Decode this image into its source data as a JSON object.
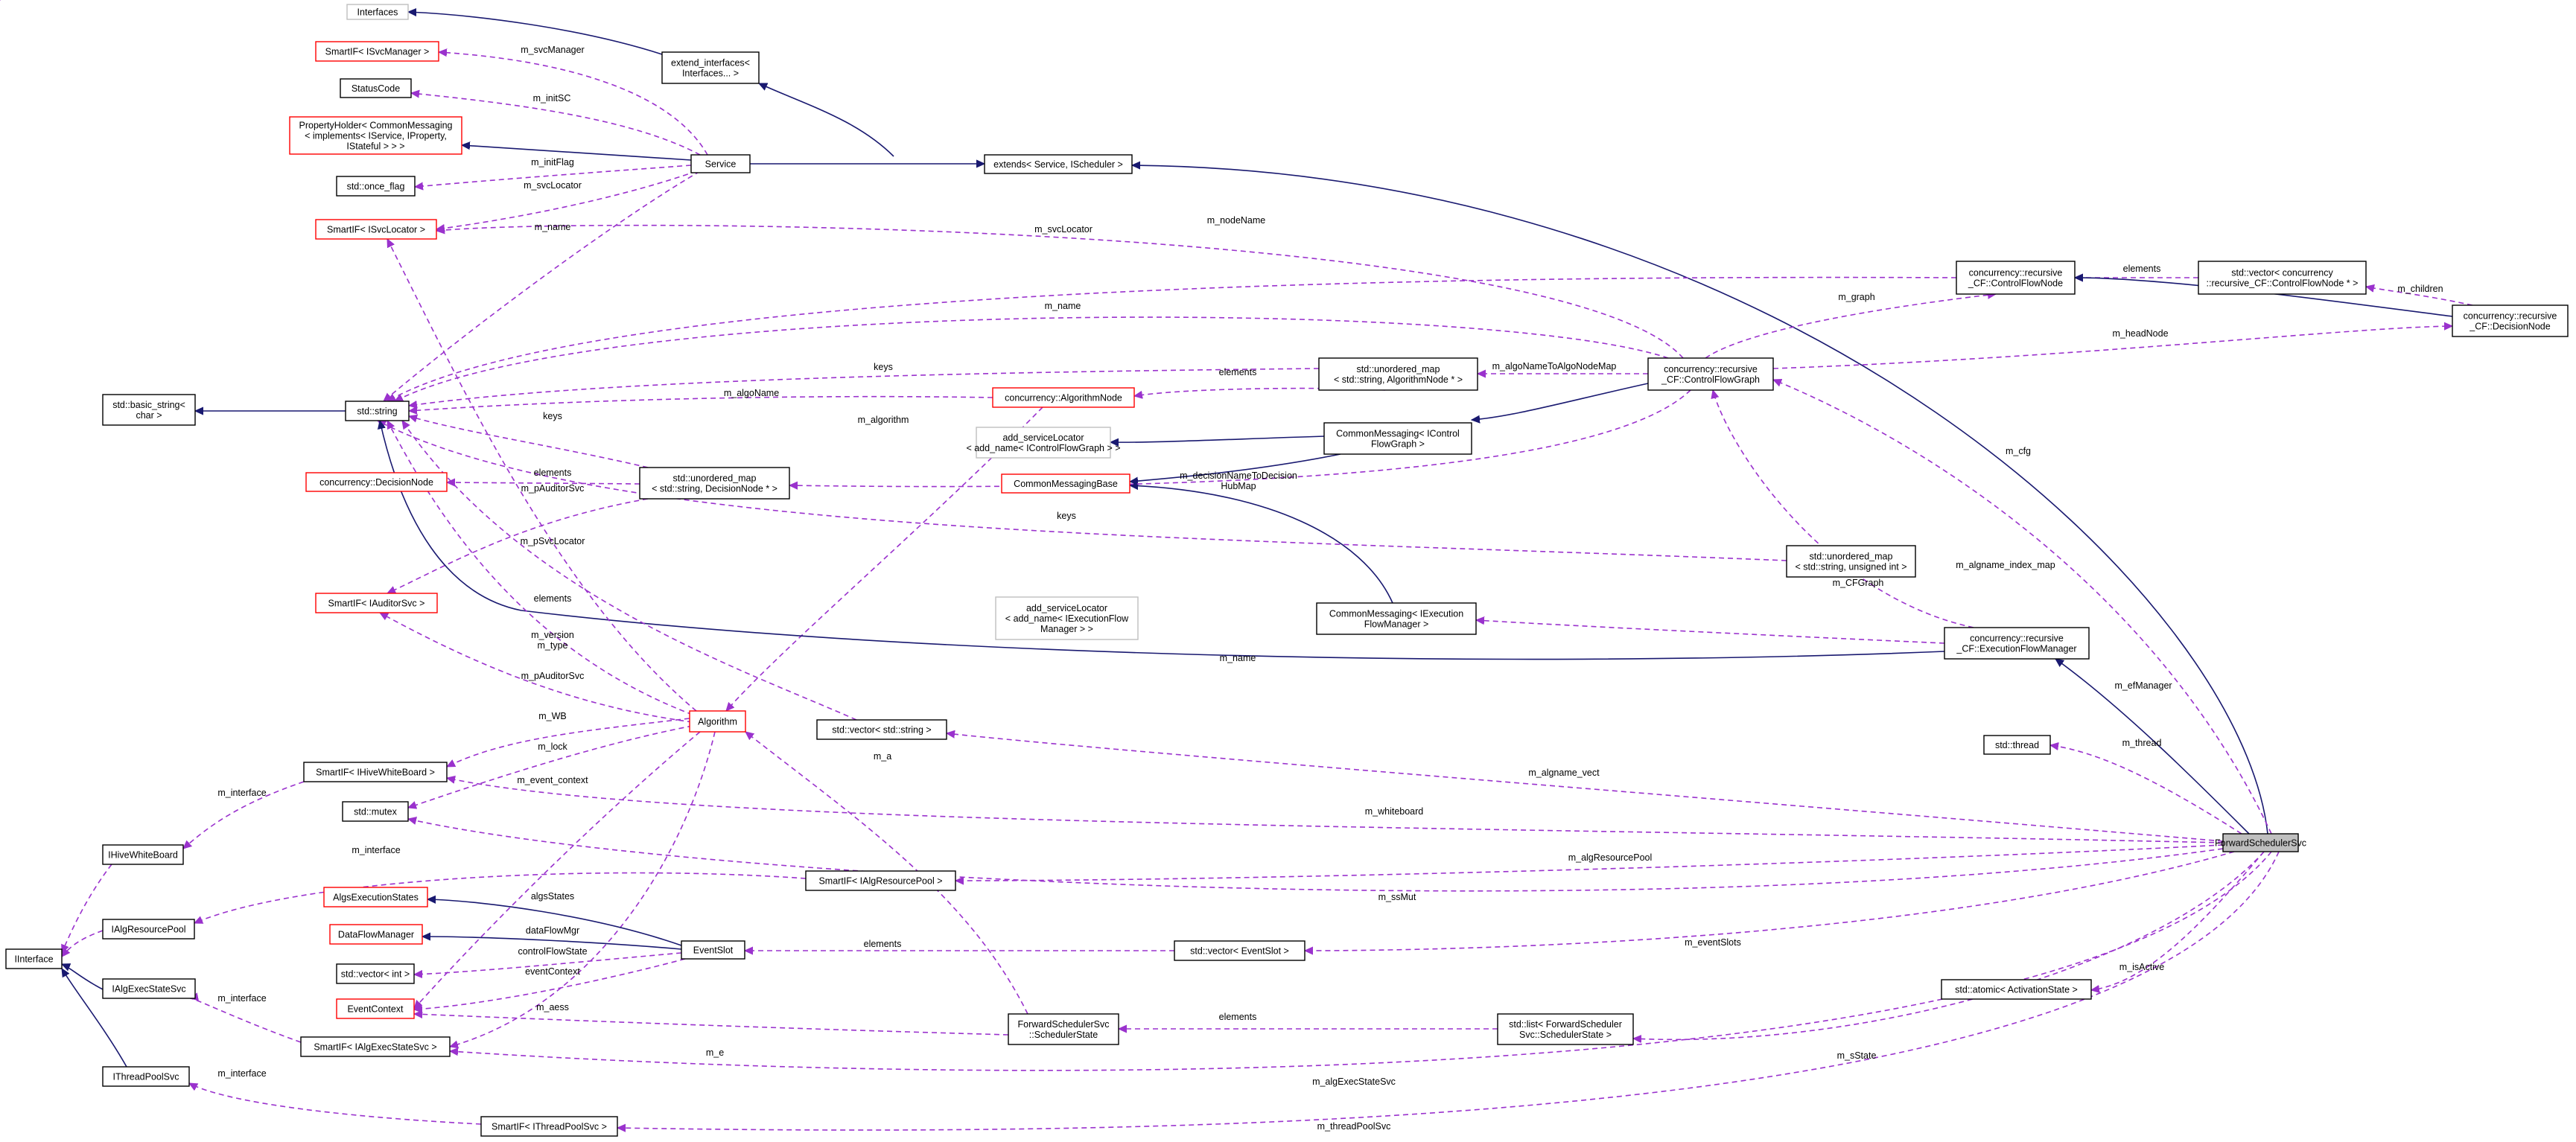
{
  "colors": {
    "inherit": "#191970",
    "member": "#9a32cd",
    "normal": "#000000",
    "warn": "#ff0000",
    "ext": "#bfbfbf",
    "highlight": "#bfbfbf"
  },
  "nodes": [
    {
      "id": "interfaces",
      "lines": [
        "Interfaces"
      ],
      "style": "ext"
    },
    {
      "id": "smartif_isvcmanager",
      "lines": [
        "SmartIF< ISvcManager >"
      ],
      "style": "warn"
    },
    {
      "id": "extend_interfaces",
      "lines": [
        "extend_interfaces<",
        "Interfaces... >"
      ],
      "style": "normal"
    },
    {
      "id": "statuscode",
      "lines": [
        "StatusCode"
      ],
      "style": "normal"
    },
    {
      "id": "propertyholder",
      "lines": [
        "PropertyHolder< CommonMessaging",
        "< implements< IService, IProperty,",
        "IStateful > > >"
      ],
      "style": "warn"
    },
    {
      "id": "service",
      "lines": [
        "Service"
      ],
      "style": "normal"
    },
    {
      "id": "extends_service",
      "lines": [
        "extends< Service, IScheduler >"
      ],
      "style": "normal"
    },
    {
      "id": "once_flag",
      "lines": [
        "std::once_flag"
      ],
      "style": "normal"
    },
    {
      "id": "smartif_isvclocator",
      "lines": [
        "SmartIF< ISvcLocator >"
      ],
      "style": "warn"
    },
    {
      "id": "cf_controlflownode",
      "lines": [
        "concurrency::recursive",
        "_CF::ControlFlowNode"
      ],
      "style": "normal"
    },
    {
      "id": "vector_cfnode",
      "lines": [
        "std::vector< concurrency",
        "::recursive_CF::ControlFlowNode * >"
      ],
      "style": "normal"
    },
    {
      "id": "cf_decisionnode",
      "lines": [
        "concurrency::recursive",
        "_CF::DecisionNode"
      ],
      "style": "normal"
    },
    {
      "id": "basic_string",
      "lines": [
        "std::basic_string<",
        "char >"
      ],
      "style": "normal"
    },
    {
      "id": "std_string",
      "lines": [
        "std::string"
      ],
      "style": "normal"
    },
    {
      "id": "umap_algonode",
      "lines": [
        "std::unordered_map",
        "< std::string, AlgorithmNode * >"
      ],
      "style": "normal"
    },
    {
      "id": "cf_controlflowgraph",
      "lines": [
        "concurrency::recursive",
        "_CF::ControlFlowGraph"
      ],
      "style": "normal"
    },
    {
      "id": "algorithmnode",
      "lines": [
        "concurrency::AlgorithmNode"
      ],
      "style": "warn"
    },
    {
      "id": "add_svclocator_icfg",
      "lines": [
        "add_serviceLocator",
        "< add_name< IControlFlowGraph > >"
      ],
      "style": "ext"
    },
    {
      "id": "commonmsg_icfg",
      "lines": [
        "CommonMessaging< IControl",
        "FlowGraph >"
      ],
      "style": "normal"
    },
    {
      "id": "commonmessagingbase",
      "lines": [
        "CommonMessagingBase"
      ],
      "style": "warn"
    },
    {
      "id": "decisionnode",
      "lines": [
        "concurrency::DecisionNode"
      ],
      "style": "warn"
    },
    {
      "id": "umap_decisionnode",
      "lines": [
        "std::unordered_map",
        "< std::string, DecisionNode * >"
      ],
      "style": "normal"
    },
    {
      "id": "umap_uint",
      "lines": [
        "std::unordered_map",
        "< std::string, unsigned int >"
      ],
      "style": "normal"
    },
    {
      "id": "smartif_iauditorsvc",
      "lines": [
        "SmartIF< IAuditorSvc >"
      ],
      "style": "warn"
    },
    {
      "id": "add_svclocator_iefm",
      "lines": [
        "add_serviceLocator",
        "< add_name< IExecutionFlow",
        "Manager > >"
      ],
      "style": "ext"
    },
    {
      "id": "commonmsg_iefm",
      "lines": [
        "CommonMessaging< IExecution",
        "FlowManager >"
      ],
      "style": "normal"
    },
    {
      "id": "cf_executionflowmanager",
      "lines": [
        "concurrency::recursive",
        "_CF::ExecutionFlowManager"
      ],
      "style": "normal"
    },
    {
      "id": "algorithm",
      "lines": [
        "Algorithm"
      ],
      "style": "warn"
    },
    {
      "id": "vector_string",
      "lines": [
        "std::vector< std::string >"
      ],
      "style": "normal"
    },
    {
      "id": "std_thread",
      "lines": [
        "std::thread"
      ],
      "style": "normal"
    },
    {
      "id": "smartif_ihivewhiteboard",
      "lines": [
        "SmartIF< IHiveWhiteBoard >"
      ],
      "style": "normal"
    },
    {
      "id": "std_mutex",
      "lines": [
        "std::mutex"
      ],
      "style": "normal"
    },
    {
      "id": "forwardschedulersvc",
      "lines": [
        "ForwardSchedulerSvc"
      ],
      "style": "highlight"
    },
    {
      "id": "ihivewhiteboard",
      "lines": [
        "IHiveWhiteBoard"
      ],
      "style": "normal"
    },
    {
      "id": "smartif_ialgresourcepool",
      "lines": [
        "SmartIF< IAlgResourcePool >"
      ],
      "style": "normal"
    },
    {
      "id": "algsexecutionstates",
      "lines": [
        "AlgsExecutionStates"
      ],
      "style": "warn"
    },
    {
      "id": "ialgresourcepool",
      "lines": [
        "IAlgResourcePool"
      ],
      "style": "normal"
    },
    {
      "id": "dataflowmanager",
      "lines": [
        "DataFlowManager"
      ],
      "style": "warn"
    },
    {
      "id": "eventslot",
      "lines": [
        "EventSlot"
      ],
      "style": "normal"
    },
    {
      "id": "vector_eventslot",
      "lines": [
        "std::vector< EventSlot >"
      ],
      "style": "normal"
    },
    {
      "id": "iinterface",
      "lines": [
        "IInterface"
      ],
      "style": "normal"
    },
    {
      "id": "vector_int",
      "lines": [
        "std::vector< int >"
      ],
      "style": "normal"
    },
    {
      "id": "ialgexecstatesvc",
      "lines": [
        "IAlgExecStateSvc"
      ],
      "style": "normal"
    },
    {
      "id": "atomic_activationstate",
      "lines": [
        "std::atomic< ActivationState >"
      ],
      "style": "normal"
    },
    {
      "id": "eventcontext",
      "lines": [
        "EventContext"
      ],
      "style": "warn"
    },
    {
      "id": "schedulerstate",
      "lines": [
        "ForwardSchedulerSvc",
        "::SchedulerState"
      ],
      "style": "normal"
    },
    {
      "id": "list_schedulerstate",
      "lines": [
        "std::list< ForwardScheduler",
        "Svc::SchedulerState >"
      ],
      "style": "normal"
    },
    {
      "id": "smartif_ialgexecstatesvc",
      "lines": [
        "SmartIF< IAlgExecStateSvc >"
      ],
      "style": "normal"
    },
    {
      "id": "ithreadpoolsvc",
      "lines": [
        "IThreadPoolSvc"
      ],
      "style": "normal"
    },
    {
      "id": "smartif_ithreadpoolsvc",
      "lines": [
        "SmartIF< IThreadPoolSvc >"
      ],
      "style": "normal"
    }
  ],
  "edges": [
    {
      "from": "extend_interfaces",
      "to": "interfaces",
      "type": "inherit",
      "label": ""
    },
    {
      "from": "extends_service",
      "to": "extend_interfaces",
      "type": "inherit",
      "label": ""
    },
    {
      "from": "service",
      "to": "extends_service",
      "type": "inherit",
      "label": ""
    },
    {
      "from": "service",
      "to": "propertyholder",
      "type": "inherit",
      "label": ""
    },
    {
      "from": "service",
      "to": "smartif_isvcmanager",
      "type": "member",
      "label": "m_svcManager"
    },
    {
      "from": "service",
      "to": "statuscode",
      "type": "member",
      "label": "m_initSC"
    },
    {
      "from": "service",
      "to": "once_flag",
      "type": "member",
      "label": "m_initFlag"
    },
    {
      "from": "service",
      "to": "smartif_isvclocator",
      "type": "member",
      "label": "m_svcLocator"
    },
    {
      "from": "service",
      "to": "std_string",
      "type": "member",
      "label": "m_name"
    },
    {
      "from": "forwardschedulersvc",
      "to": "extends_service",
      "type": "inherit",
      "label": ""
    },
    {
      "from": "cf_controlflowgraph",
      "to": "smartif_isvclocator",
      "type": "member",
      "label": "m_svcLocator"
    },
    {
      "from": "cf_controlflownode",
      "to": "std_string",
      "type": "member",
      "label": "m_nodeName"
    },
    {
      "from": "vector_cfnode",
      "to": "cf_controlflownode",
      "type": "member",
      "label": "elements"
    },
    {
      "from": "cf_decisionnode",
      "to": "cf_controlflownode",
      "type": "inherit",
      "label": ""
    },
    {
      "from": "cf_decisionnode",
      "to": "vector_cfnode",
      "type": "member",
      "label": "m_children"
    },
    {
      "from": "cf_controlflowgraph",
      "to": "cf_controlflownode",
      "type": "member",
      "label": "m_graph"
    },
    {
      "from": "cf_controlflowgraph",
      "to": "cf_decisionnode",
      "type": "member",
      "label": "m_headNode"
    },
    {
      "from": "cf_controlflowgraph",
      "to": "std_string",
      "type": "member",
      "label": "m_name"
    },
    {
      "from": "std_string",
      "to": "basic_string",
      "type": "inherit",
      "label": ""
    },
    {
      "from": "umap_algonode",
      "to": "std_string",
      "type": "member",
      "label": "keys"
    },
    {
      "from": "umap_algonode",
      "to": "algorithmnode",
      "type": "member",
      "label": "elements"
    },
    {
      "from": "cf_controlflowgraph",
      "to": "umap_algonode",
      "type": "member",
      "label": "m_algoNameToAlgoNodeMap"
    },
    {
      "from": "algorithmnode",
      "to": "std_string",
      "type": "member",
      "label": "m_algoName"
    },
    {
      "from": "algorithmnode",
      "to": "algorithm",
      "type": "member",
      "label": "m_algorithm"
    },
    {
      "from": "cf_controlflowgraph",
      "to": "commonmsg_icfg",
      "type": "inherit",
      "label": ""
    },
    {
      "from": "commonmsg_icfg",
      "to": "add_svclocator_icfg",
      "type": "inherit",
      "label": ""
    },
    {
      "from": "commonmsg_icfg",
      "to": "commonmessagingbase",
      "type": "inherit",
      "label": ""
    },
    {
      "from": "commonmsg_iefm",
      "to": "commonmessagingbase",
      "type": "inherit",
      "label": ""
    },
    {
      "from": "cf_controlflowgraph",
      "to": "umap_decisionnode",
      "type": "member",
      "label": "m_decisionNameToDecision\nHubMap"
    },
    {
      "from": "umap_decisionnode",
      "to": "std_string",
      "type": "member",
      "label": "keys"
    },
    {
      "from": "umap_decisionnode",
      "to": "decisionnode",
      "type": "member",
      "label": "elements"
    },
    {
      "from": "umap_decisionnode",
      "to": "smartif_iauditorsvc",
      "type": "member",
      "label": "m_pAuditorSvc"
    },
    {
      "from": "umap_uint",
      "to": "std_string",
      "type": "member",
      "label": "keys"
    },
    {
      "from": "forwardschedulersvc",
      "to": "umap_uint",
      "type": "member",
      "label": "m_algname_index_map"
    },
    {
      "from": "forwardschedulersvc",
      "to": "cf_controlflowgraph",
      "type": "member",
      "label": "m_cfg"
    },
    {
      "from": "cf_executionflowmanager",
      "to": "cf_controlflowgraph",
      "type": "member",
      "label": "m_CFGraph"
    },
    {
      "from": "cf_executionflowmanager",
      "to": "commonmsg_iefm",
      "type": "inherit",
      "label": ""
    },
    {
      "from": "commonmsg_iefm",
      "to": "add_svclocator_iefm",
      "type": "inherit",
      "label": ""
    },
    {
      "from": "cf_executionflowmanager",
      "to": "std_string",
      "type": "member",
      "label": "m_name"
    },
    {
      "from": "forwardschedulersvc",
      "to": "cf_executionflowmanager",
      "type": "member",
      "label": "m_efManager"
    },
    {
      "from": "algorithm",
      "to": "smartif_isvclocator",
      "type": "member",
      "label": "m_pSvcLocator"
    },
    {
      "from": "algorithm",
      "to": "std_string",
      "type": "member",
      "label": "m_version\nm_type"
    },
    {
      "from": "algorithm",
      "to": "smartif_iauditorsvc",
      "type": "member",
      "label": "m_pAuditorSvc"
    },
    {
      "from": "vector_string",
      "to": "std_string",
      "type": "member",
      "label": "elements"
    },
    {
      "from": "algorithm",
      "to": "smartif_ihivewhiteboard",
      "type": "member",
      "label": "m_WB"
    },
    {
      "from": "algorithm",
      "to": "std_mutex",
      "type": "member",
      "label": "m_lock"
    },
    {
      "from": "algorithm",
      "to": "eventcontext",
      "type": "member",
      "label": "m_event_context"
    },
    {
      "from": "algorithm",
      "to": "smartif_ialgexecstatesvc",
      "type": "member",
      "label": "m_aess"
    },
    {
      "from": "forwardschedulersvc",
      "to": "vector_string",
      "type": "member",
      "label": "m_algname_vect"
    },
    {
      "from": "forwardschedulersvc",
      "to": "std_thread",
      "type": "member",
      "label": "m_thread"
    },
    {
      "from": "forwardschedulersvc",
      "to": "smartif_ihivewhiteboard",
      "type": "member",
      "label": "m_whiteboard"
    },
    {
      "from": "forwardschedulersvc",
      "to": "smartif_ialgresourcepool",
      "type": "member",
      "label": "m_algResourcePool"
    },
    {
      "from": "forwardschedulersvc",
      "to": "std_mutex",
      "type": "member",
      "label": "m_ssMut"
    },
    {
      "from": "smartif_ihivewhiteboard",
      "to": "ihivewhiteboard",
      "type": "member",
      "label": "m_interface"
    },
    {
      "from": "smartif_ialgresourcepool",
      "to": "ialgresourcepool",
      "type": "member",
      "label": "m_interface"
    },
    {
      "from": "ihivewhiteboard",
      "to": "iinterface",
      "type": "inherit",
      "label": ""
    },
    {
      "from": "ialgresourcepool",
      "to": "iinterface",
      "type": "inherit",
      "label": ""
    },
    {
      "from": "ialgexecstatesvc",
      "to": "iinterface",
      "type": "inherit",
      "label": ""
    },
    {
      "from": "ithreadpoolsvc",
      "to": "iinterface",
      "type": "inherit",
      "label": ""
    },
    {
      "from": "eventslot",
      "to": "algsexecutionstates",
      "type": "member",
      "label": "algsStates"
    },
    {
      "from": "eventslot",
      "to": "dataflowmanager",
      "type": "member",
      "label": "dataFlowMgr"
    },
    {
      "from": "eventslot",
      "to": "vector_int",
      "type": "member",
      "label": "controlFlowState"
    },
    {
      "from": "eventslot",
      "to": "eventcontext",
      "type": "member",
      "label": "eventContext"
    },
    {
      "from": "vector_eventslot",
      "to": "eventslot",
      "type": "member",
      "label": "elements"
    },
    {
      "from": "forwardschedulersvc",
      "to": "vector_eventslot",
      "type": "member",
      "label": "m_eventSlots"
    },
    {
      "from": "forwardschedulersvc",
      "to": "atomic_activationstate",
      "type": "member",
      "label": "m_isActive"
    },
    {
      "from": "smartif_ialgexecstatesvc",
      "to": "ialgexecstatesvc",
      "type": "member",
      "label": "m_interface"
    },
    {
      "from": "schedulerstate",
      "to": "algorithm",
      "type": "member",
      "label": "m_a"
    },
    {
      "from": "schedulerstate",
      "to": "eventcontext",
      "type": "member",
      "label": "m_e"
    },
    {
      "from": "list_schedulerstate",
      "to": "schedulerstate",
      "type": "member",
      "label": "elements"
    },
    {
      "from": "forwardschedulersvc",
      "to": "list_schedulerstate",
      "type": "member",
      "label": "m_sState"
    },
    {
      "from": "forwardschedulersvc",
      "to": "smartif_ialgexecstatesvc",
      "type": "member",
      "label": "m_algExecStateSvc"
    },
    {
      "from": "smartif_ithreadpoolsvc",
      "to": "ithreadpoolsvc",
      "type": "member",
      "label": "m_interface"
    },
    {
      "from": "forwardschedulersvc",
      "to": "smartif_ithreadpoolsvc",
      "type": "member",
      "label": "m_threadPoolSvc"
    }
  ]
}
